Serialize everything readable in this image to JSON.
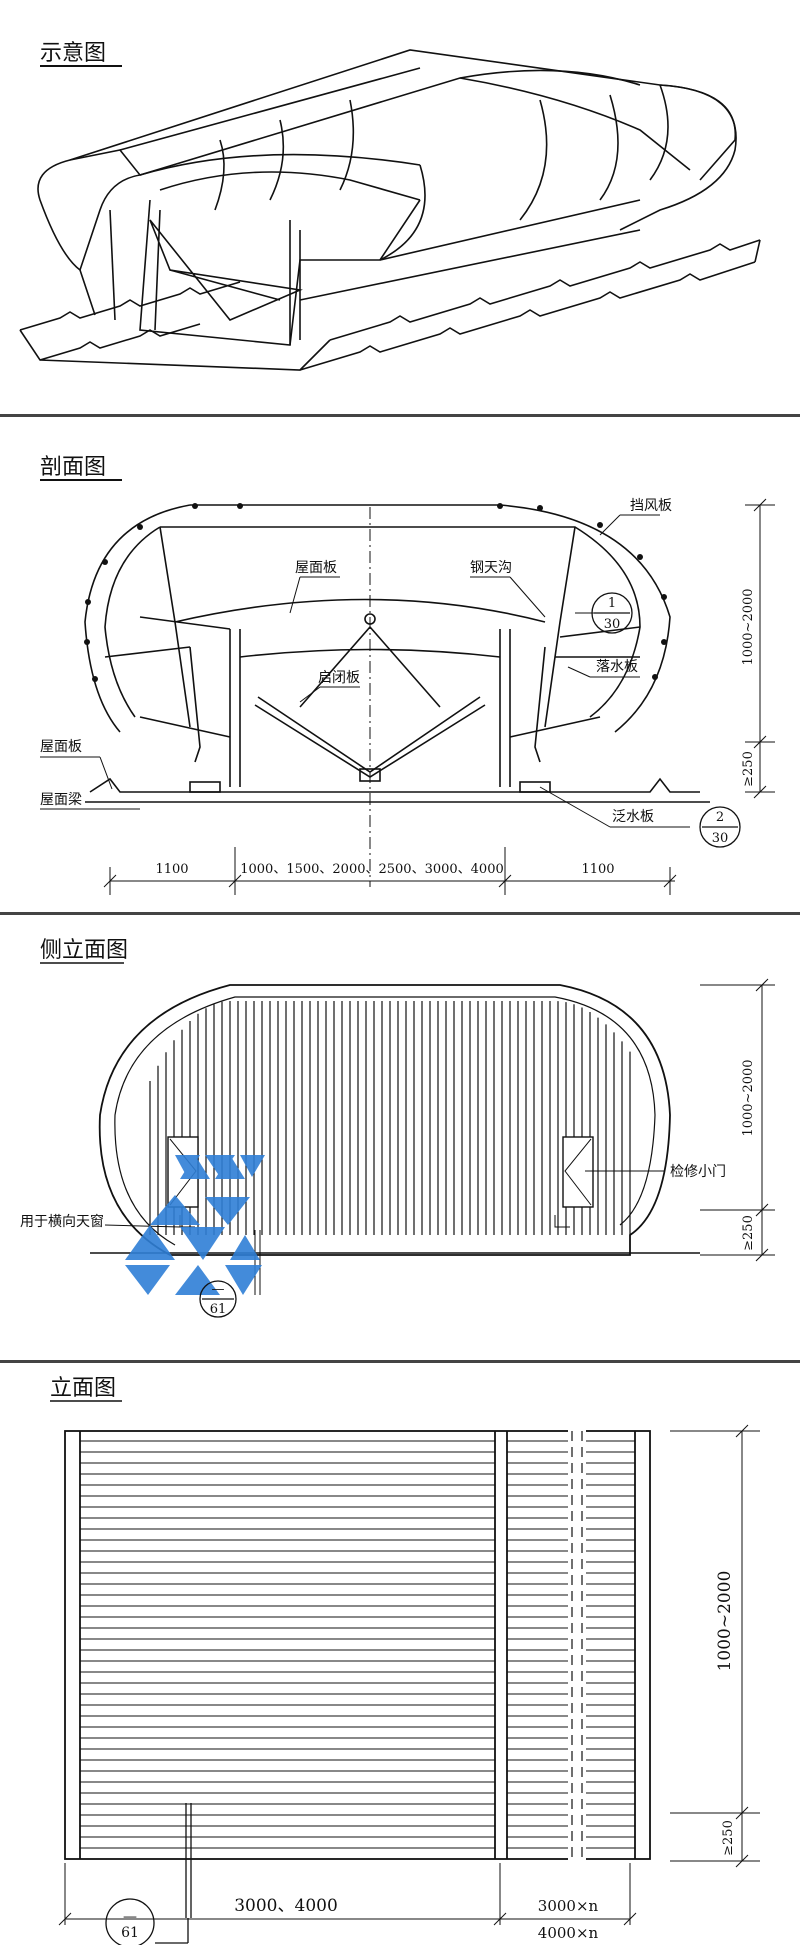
{
  "panels": {
    "schematic": {
      "title": "示意图"
    },
    "section": {
      "title": "剖面图",
      "labels": {
        "wind_panel": "挡风板",
        "roof_panel_top": "屋面板",
        "steel_gutter": "钢天沟",
        "open_close_panel": "启闭板",
        "drain_panel": "落水板",
        "roof_panel_left": "屋面板",
        "roof_beam": "屋面梁",
        "flashing_panel": "泛水板"
      },
      "callout_1": {
        "num": "1",
        "den": "30"
      },
      "callout_2": {
        "num": "2",
        "den": "30"
      },
      "dims": {
        "height": "1000~2000",
        "base": "≥250",
        "left": "1100",
        "middle": "1000、1500、2000、2500、3000、4000",
        "right": "1100"
      }
    },
    "side_elevation": {
      "title": "侧立面图",
      "labels": {
        "access_door": "检修小门",
        "note": "用于横向天窗"
      },
      "callout": {
        "num": "—",
        "den": "61"
      },
      "dims": {
        "height": "1000~2000",
        "base": "≥250"
      }
    },
    "elevation": {
      "title": "立面图",
      "dims": {
        "height": "1000~2000",
        "base": "≥250",
        "width": "3000、4000",
        "module_a": "3000×n",
        "module_b": "4000×n"
      },
      "callout": {
        "num": "—",
        "den": "61"
      }
    }
  }
}
